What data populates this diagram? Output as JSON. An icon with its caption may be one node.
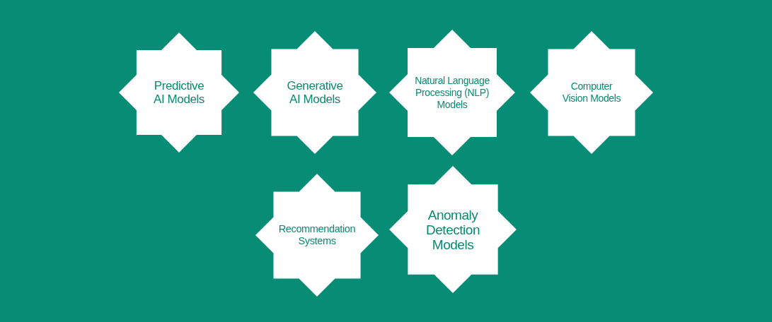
{
  "diagram": {
    "nodes": [
      {
        "text": [
          "Predictive AI Models"
        ]
      },
      {
        "text": [
          "Generative AI Models"
        ]
      },
      {
        "text": [
          "Natural Language Processing (NLP) Models"
        ]
      },
      {
        "text": [
          "Computer Vision Models"
        ]
      },
      {
        "text": [
          "Recommendation Systems"
        ]
      },
      {
        "text": [
          "Anomaly Detection Models"
        ]
      }
    ]
  }
}
